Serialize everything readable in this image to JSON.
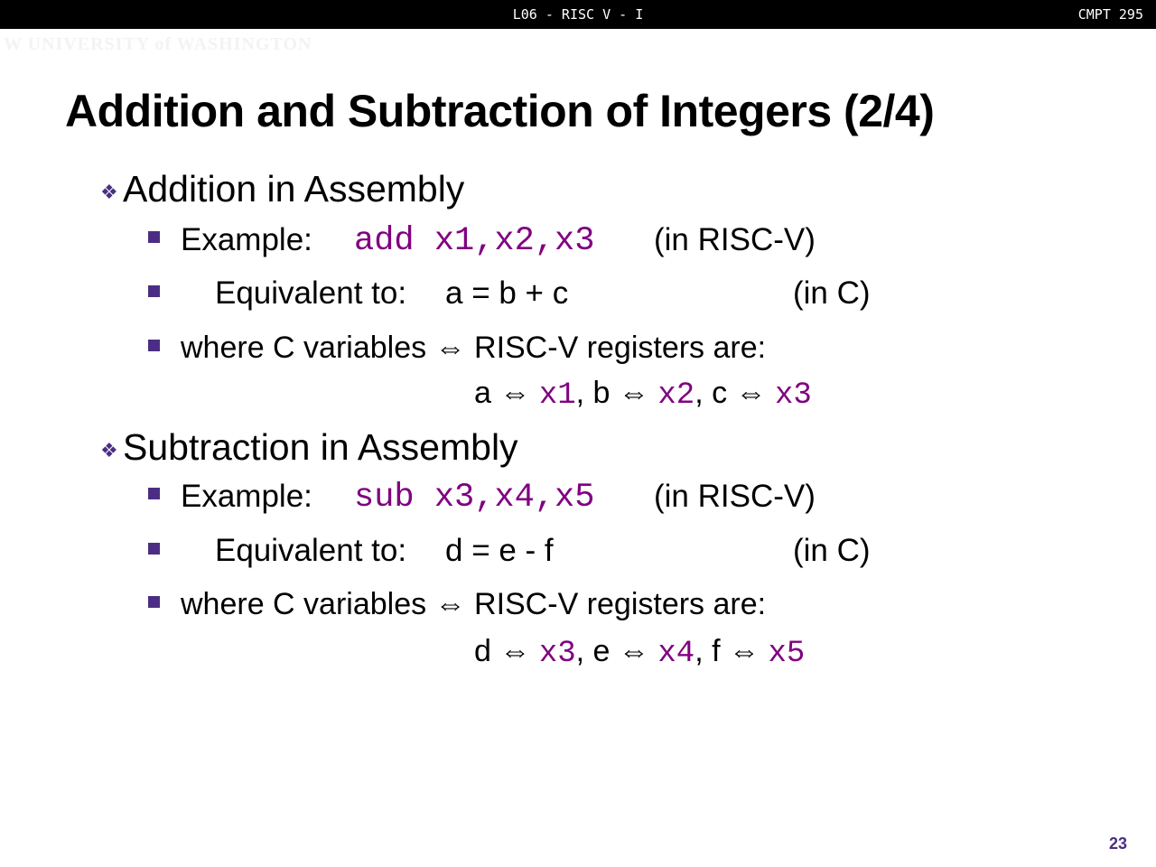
{
  "header": {
    "lecture": "L06 - RISC V - I",
    "course": "CMPT 295"
  },
  "logo_text": "UNIVERSITY of WASHINGTON",
  "title": "Addition and Subtraction of Integers (2/4)",
  "addition": {
    "heading": "Addition in Assembly",
    "example_label": "Example:",
    "example_code": "add x1,x2,x3",
    "example_note": "(in RISC-V)",
    "equiv_label": "Equivalent to:",
    "equiv_expr": "a = b + c",
    "equiv_note": "(in C)",
    "where_text": "where  C variables ⇔ RISC-V registers are:",
    "map": [
      {
        "var": "a",
        "reg": "x1"
      },
      {
        "var": "b",
        "reg": "x2"
      },
      {
        "var": "c",
        "reg": "x3"
      }
    ]
  },
  "subtraction": {
    "heading": "Subtraction in Assembly",
    "example_label": "Example:",
    "example_code": "sub x3,x4,x5",
    "example_note": "(in RISC-V)",
    "equiv_label": "Equivalent to:",
    "equiv_expr": "d = e - f",
    "equiv_note": "(in C)",
    "where_text": "where  C variables ⇔ RISC-V registers are:",
    "map": [
      {
        "var": "d",
        "reg": "x3"
      },
      {
        "var": "e",
        "reg": "x4"
      },
      {
        "var": "f",
        "reg": "x5"
      }
    ]
  },
  "arrow": "⇔",
  "page_number": "23",
  "colors": {
    "bullet": "#4b2e83",
    "code": "#800080"
  }
}
